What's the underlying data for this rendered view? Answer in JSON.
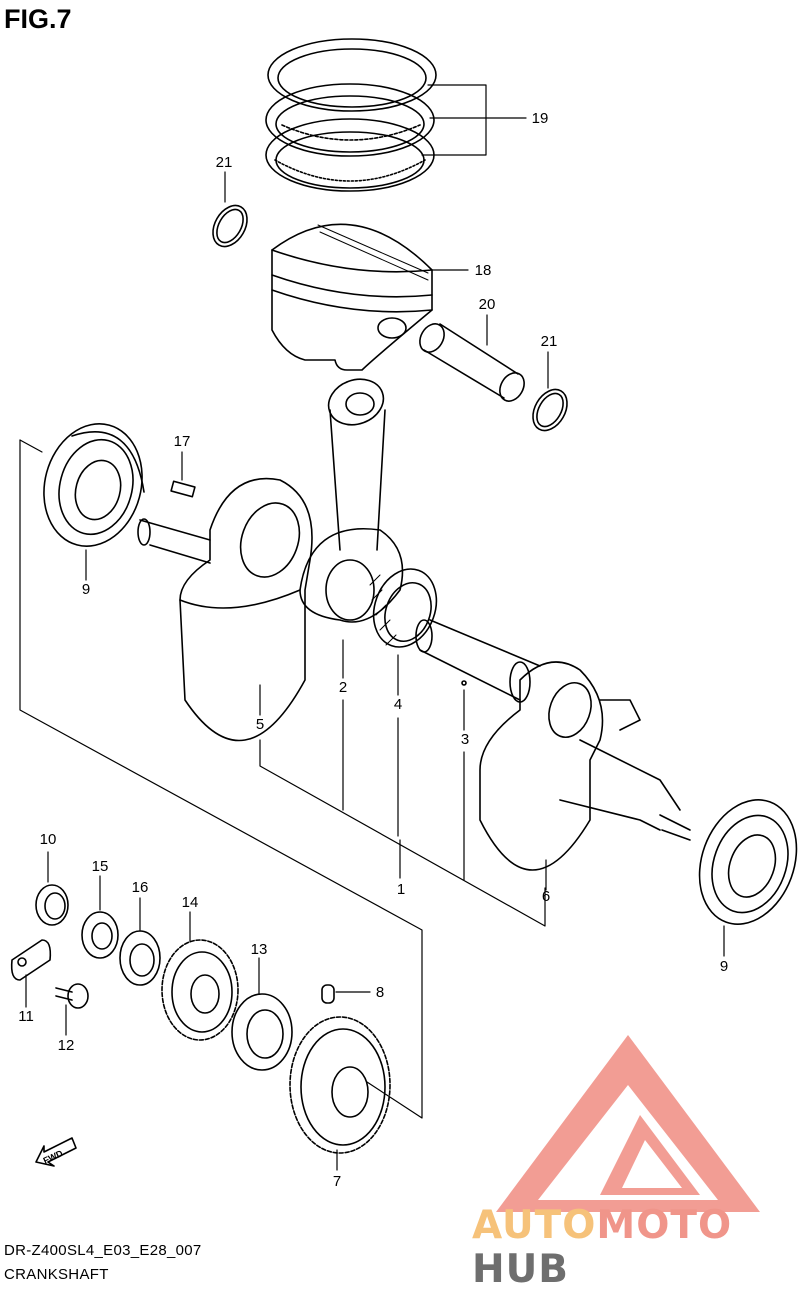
{
  "figure": {
    "title": "FIG.7"
  },
  "parts": [
    {
      "ref": "1",
      "name": "crankshaft-assembly"
    },
    {
      "ref": "2",
      "name": "connecting-rod"
    },
    {
      "ref": "3",
      "name": "crank-pin"
    },
    {
      "ref": "4",
      "name": "needle-bearing"
    },
    {
      "ref": "5",
      "name": "crank-web-left"
    },
    {
      "ref": "6",
      "name": "crank-web-right"
    },
    {
      "ref": "7",
      "name": "balancer-drive-gear"
    },
    {
      "ref": "8",
      "name": "pin"
    },
    {
      "ref": "9",
      "name": "crank-bearing"
    },
    {
      "ref": "10",
      "name": "bearing"
    },
    {
      "ref": "11",
      "name": "retainer-plate"
    },
    {
      "ref": "12",
      "name": "screw"
    },
    {
      "ref": "13",
      "name": "bearing"
    },
    {
      "ref": "14",
      "name": "gear"
    },
    {
      "ref": "15",
      "name": "nut"
    },
    {
      "ref": "16",
      "name": "washer"
    },
    {
      "ref": "17",
      "name": "key"
    },
    {
      "ref": "18",
      "name": "piston"
    },
    {
      "ref": "19",
      "name": "piston-ring-set"
    },
    {
      "ref": "20",
      "name": "piston-pin"
    },
    {
      "ref": "21",
      "name": "circlip"
    }
  ],
  "callouts": {
    "c1": "1",
    "c2": "2",
    "c3": "3",
    "c4": "4",
    "c5": "5",
    "c6": "6",
    "c7": "7",
    "c8": "8",
    "c9a": "9",
    "c9b": "9",
    "c10": "10",
    "c11": "11",
    "c12": "12",
    "c13": "13",
    "c14": "14",
    "c15": "15",
    "c16": "16",
    "c17": "17",
    "c18": "18",
    "c19": "19",
    "c20": "20",
    "c21a": "21",
    "c21b": "21"
  },
  "fwd_label": "FWD",
  "footer": {
    "code": "DR-Z400SL4_E03_E28_007",
    "caption": "CRANKSHAFT"
  },
  "watermark": {
    "word1": "AUTO",
    "word2": "MOTO",
    "word3": "HUB",
    "colors": {
      "auto": "#f6c27a",
      "moto": "#f0958a",
      "hub": "#6e6e6e",
      "triangle": "#f08c82"
    }
  }
}
